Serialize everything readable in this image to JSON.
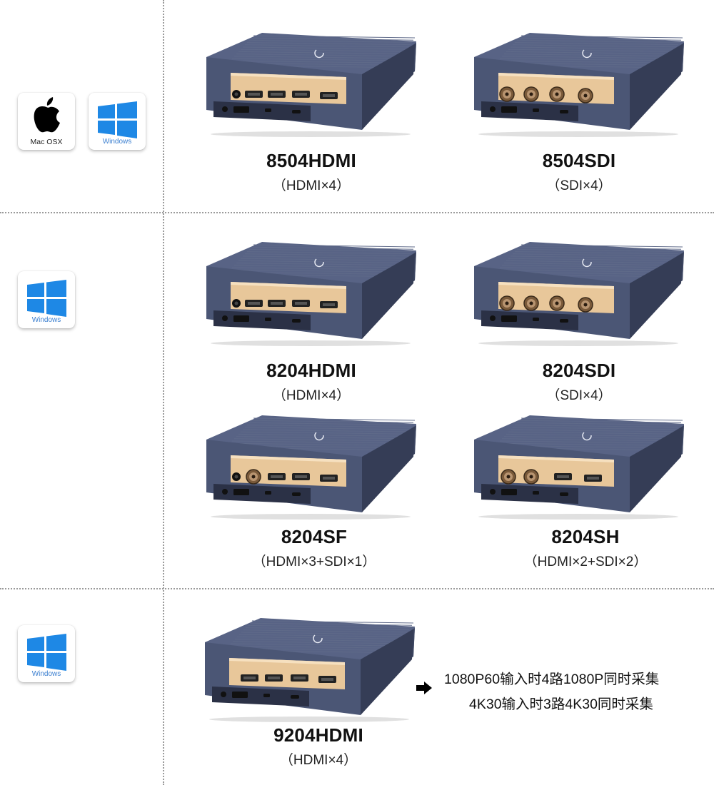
{
  "os_labels": {
    "mac": "Mac OSX",
    "windows": "Windows"
  },
  "products": [
    {
      "model": "8504HDMI",
      "spec": "（HDMI×4）",
      "ports": "hdmi4"
    },
    {
      "model": "8504SDI",
      "spec": "（SDI×4）",
      "ports": "sdi4"
    },
    {
      "model": "8204HDMI",
      "spec": "（HDMI×4）",
      "ports": "hdmi4"
    },
    {
      "model": "8204SDI",
      "spec": "（SDI×4）",
      "ports": "sdi4"
    },
    {
      "model": "8204SF",
      "spec": "（HDMI×3+SDI×1）",
      "ports": "sf"
    },
    {
      "model": "8204SH",
      "spec": "（HDMI×2+SDI×2）",
      "ports": "sh"
    },
    {
      "model": "9204HDMI",
      "spec": "（HDMI×4）",
      "ports": "hdmi4b"
    }
  ],
  "notes": [
    "1080P60输入时4路1080P同时采集",
    "4K30输入时3路4K30同时采集"
  ],
  "colors": {
    "device_body": "#4b5675",
    "faceplate": "#e8c79a",
    "windows_blue": "#1e88e5",
    "divider": "#9a9a9a"
  }
}
